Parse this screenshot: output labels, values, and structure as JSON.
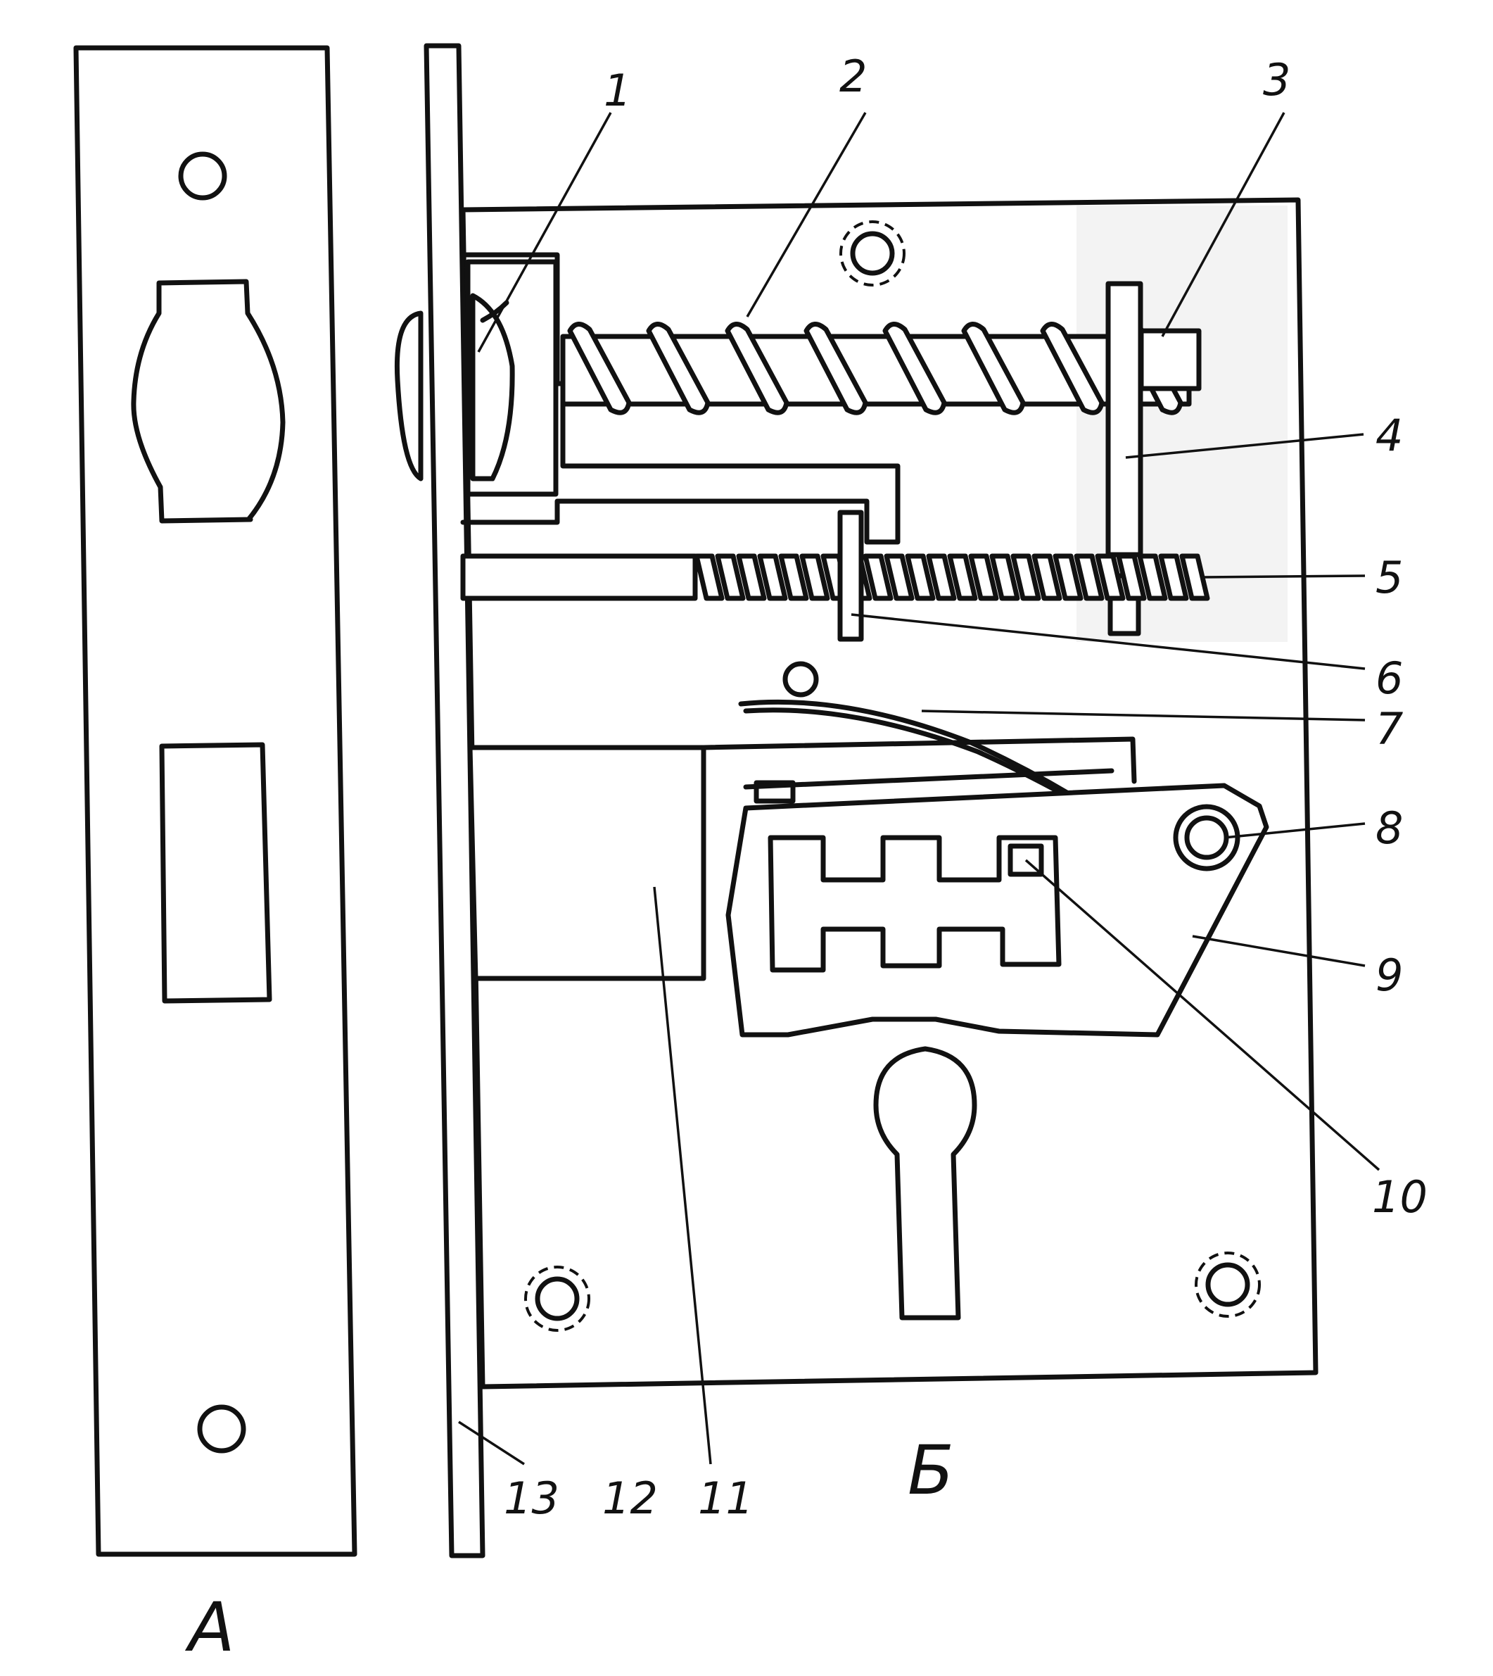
{
  "diagram": {
    "view_labels": {
      "a": "А",
      "b": "Б"
    },
    "callouts": [
      "1",
      "2",
      "3",
      "4",
      "5",
      "6",
      "7",
      "8",
      "9",
      "10",
      "11",
      "12",
      "13"
    ]
  }
}
